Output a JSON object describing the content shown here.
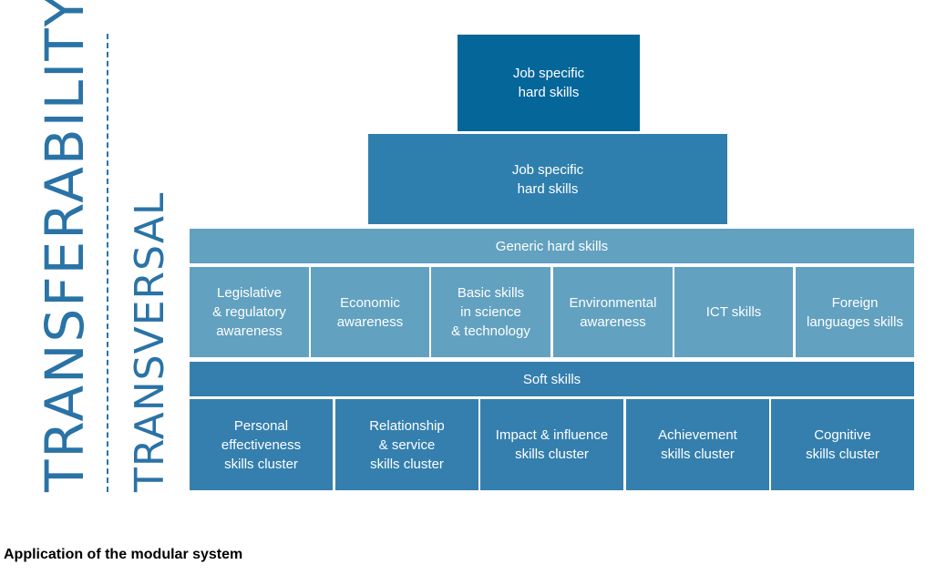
{
  "axes": {
    "transferability": "TRANSFERABILITY",
    "transversal": "TRANSVERSAL"
  },
  "top_tier": {
    "label": "Job specific\nhard skills"
  },
  "second_tier": {
    "label": "Job specific\nhard skills"
  },
  "generic_hard_skills": {
    "header": "Generic hard skills",
    "items": [
      "Legislative\n& regulatory\nawareness",
      "Economic\nawareness",
      "Basic skills\nin science\n& technology",
      "Environmental\nawareness",
      "ICT skills",
      "Foreign\nlanguages skills"
    ]
  },
  "soft_skills": {
    "header": "Soft skills",
    "items": [
      "Personal\neffectiveness\nskills cluster",
      "Relationship\n& service\nskills cluster",
      "Impact & influence\nskills cluster",
      "Achievement\nskills cluster",
      "Cognitive\nskills cluster"
    ]
  },
  "caption": "Application of the modular system",
  "colors": {
    "dark": "#05669a",
    "mid": "#2f7fae",
    "light": "#62a1c0",
    "axis_text": "#2a73a6"
  }
}
